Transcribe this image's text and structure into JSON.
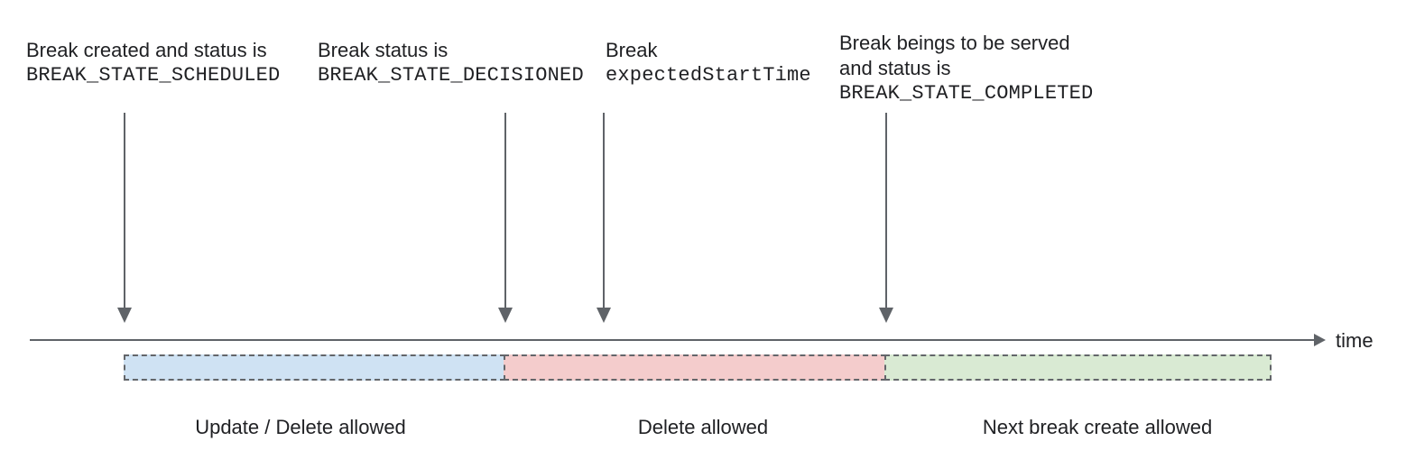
{
  "colors": {
    "background": "#ffffff",
    "text": "#202124",
    "arrow_line": "#5f6368",
    "segment_border": "#63666a"
  },
  "annotations": [
    {
      "line1": "Break created and status is",
      "line2_mono": "BREAK_STATE_SCHEDULED"
    },
    {
      "line1": "Break status is",
      "line2_mono": "BREAK_STATE_DECISIONED"
    },
    {
      "line1": "Break",
      "line2_mono": "expectedStartTime"
    },
    {
      "line1": "Break beings to be served",
      "line2": "and status is",
      "line3_mono": "BREAK_STATE_COMPLETED"
    }
  ],
  "timeline": {
    "axis_label": "time"
  },
  "segments": [
    {
      "label": "Update / Delete allowed",
      "fill": "#cfe2f3"
    },
    {
      "label": "Delete allowed",
      "fill": "#f4cccc"
    },
    {
      "label": "Next break create allowed",
      "fill": "#d9ead3"
    }
  ]
}
